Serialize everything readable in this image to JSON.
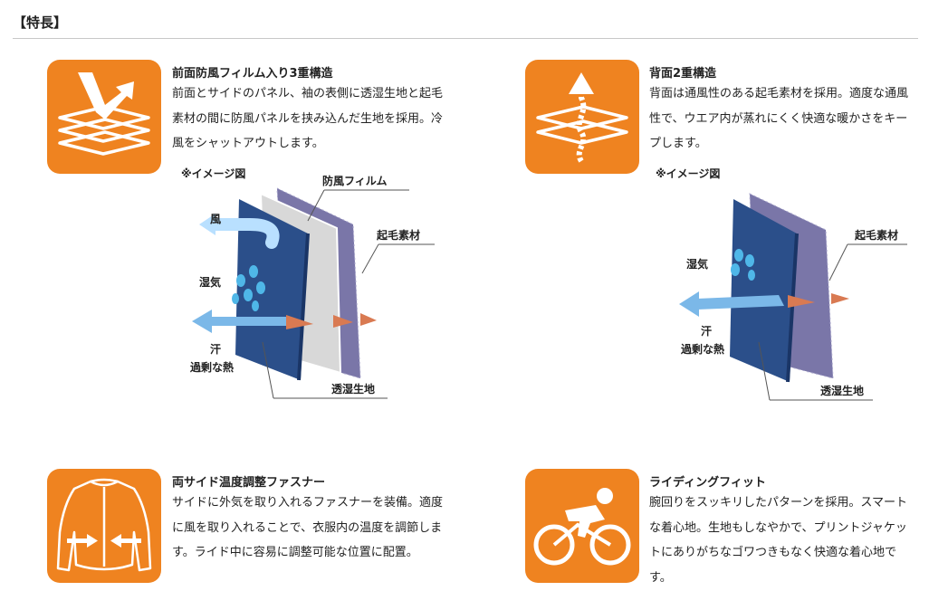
{
  "header": {
    "title": "【特長】"
  },
  "features": [
    {
      "title": "前面防風フィルム入り3重構造",
      "description": "前面とサイドのパネル、袖の表側に透湿生地と起毛素材の間に防風パネルを挟み込んだ生地を採用。冷風をシャットアウトします。",
      "icon": "layers-arrow-icon"
    },
    {
      "title": "背面2重構造",
      "description": "背面は通風性のある起毛素材を採用。適度な通風性で、ウエア内が蒸れにくく快適な暖かさをキープします。",
      "icon": "breathable-layers-icon"
    },
    {
      "title": "両サイド温度調整ファスナー",
      "description": "サイドに外気を取り入れるファスナーを装備。適度に風を取り入れることで、衣服内の温度を調節します。ライド中に容易に調整可能な位置に配置。",
      "icon": "jacket-vent-icon"
    },
    {
      "title": "ライディングフィット",
      "description": "腕回りをスッキリしたパターンを採用。スマートな着心地。生地もしなやかで、プリントジャケットにありがちなゴワつきもなく快適な着心地です。",
      "icon": "cyclist-icon"
    }
  ],
  "diagram_front": {
    "note": "※イメージ図",
    "film": "防風フィルム",
    "wind": "風",
    "fleece": "起毛素材",
    "moisture": "湿気",
    "sweat": "汗",
    "heat": "過剰な熱",
    "fabric": "透湿生地"
  },
  "diagram_back": {
    "note": "※イメージ図",
    "fleece": "起毛素材",
    "moisture": "湿気",
    "sweat": "汗",
    "heat": "過剰な熱",
    "fabric": "透湿生地"
  },
  "colors": {
    "accent": "#ef8320",
    "fabric_blue": "#2b4f8a",
    "fleece_purple": "#7a76a8"
  }
}
